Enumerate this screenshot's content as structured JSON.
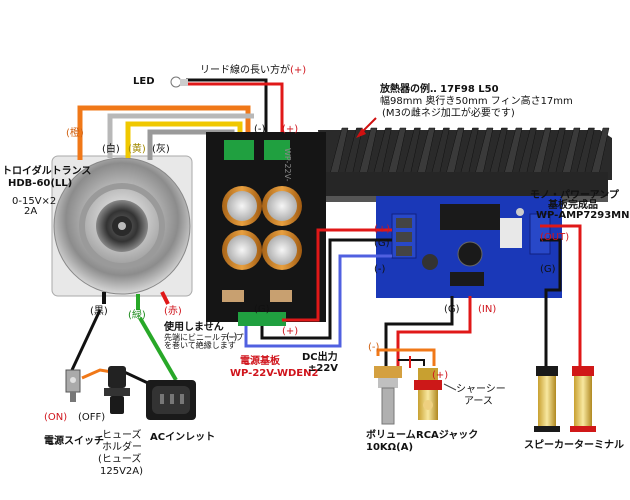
{
  "led": {
    "label": "LED",
    "note": "リード線の長い方が",
    "plus": "(+)"
  },
  "transformer": {
    "title": "トロイダルトランス",
    "model": "HDB-60(LL)",
    "spec_voltage": "0-15V×2",
    "spec_current": "2A",
    "wire_orange": "(橙)",
    "wire_white": "(白)",
    "wire_yellow": "(黄)",
    "wire_gray": "(灰)",
    "wire_black": "(黒)",
    "wire_green": "(緑)",
    "wire_red": "(赤)"
  },
  "unused": {
    "title": "使用しません",
    "note_line1": "先端にビニールテープ",
    "note_line2": "を巻いて絶縁します"
  },
  "psu_board": {
    "title": "電源基板",
    "model": "WP-22V-WDEN2",
    "silk": "WP-22V-",
    "minus": "(-)",
    "plus": "(+)",
    "gnd": "(G)",
    "out_minus": "(-)",
    "out_plus": "(+)"
  },
  "dc_output": {
    "line1": "DC出力",
    "line2": "±22V"
  },
  "heatsink": {
    "line1": "放熱器の例‥ 17F98 L50",
    "line2": "幅98mm 奥行き50mm フィン高さ17mm",
    "line3": "(M3の雌ネジ加工が必要です)"
  },
  "amp_board": {
    "line1": "モノ・パワーアンプ",
    "line2": "基板完成品",
    "model": "WP-AMP7293MN",
    "in_plus": "(+)",
    "in_gnd": "(G)",
    "in_minus": "(-)",
    "out": "(OUT)",
    "out_g": "(G)",
    "sig_g": "(G)",
    "sig_in": "(IN)"
  },
  "switch": {
    "label": "電源スイッチ",
    "on": "(ON)",
    "off": "(OFF)"
  },
  "fuse": {
    "line1": "ヒューズ",
    "line2": "ホルダー",
    "line3": "(ヒューズ",
    "line4": "125V2A)"
  },
  "ac_inlet": {
    "label": "ACインレット"
  },
  "volume": {
    "line1": "ボリューム",
    "line2": "10KΩ(A)",
    "plus": "(+)",
    "minus": "(-)"
  },
  "rca": {
    "label": "RCAジャック"
  },
  "chassis": {
    "line1": "シャーシー",
    "line2": "アース"
  },
  "speaker": {
    "label": "スピーカーターミナル"
  },
  "colors": {
    "orange": "#f07818",
    "yellow": "#f0c800",
    "gray": "#b0b0b0",
    "black": "#111111",
    "green": "#28a828",
    "red": "#e01818",
    "blue": "#5060e0",
    "board_blue": "#1830a0",
    "board_black": "#151515"
  }
}
